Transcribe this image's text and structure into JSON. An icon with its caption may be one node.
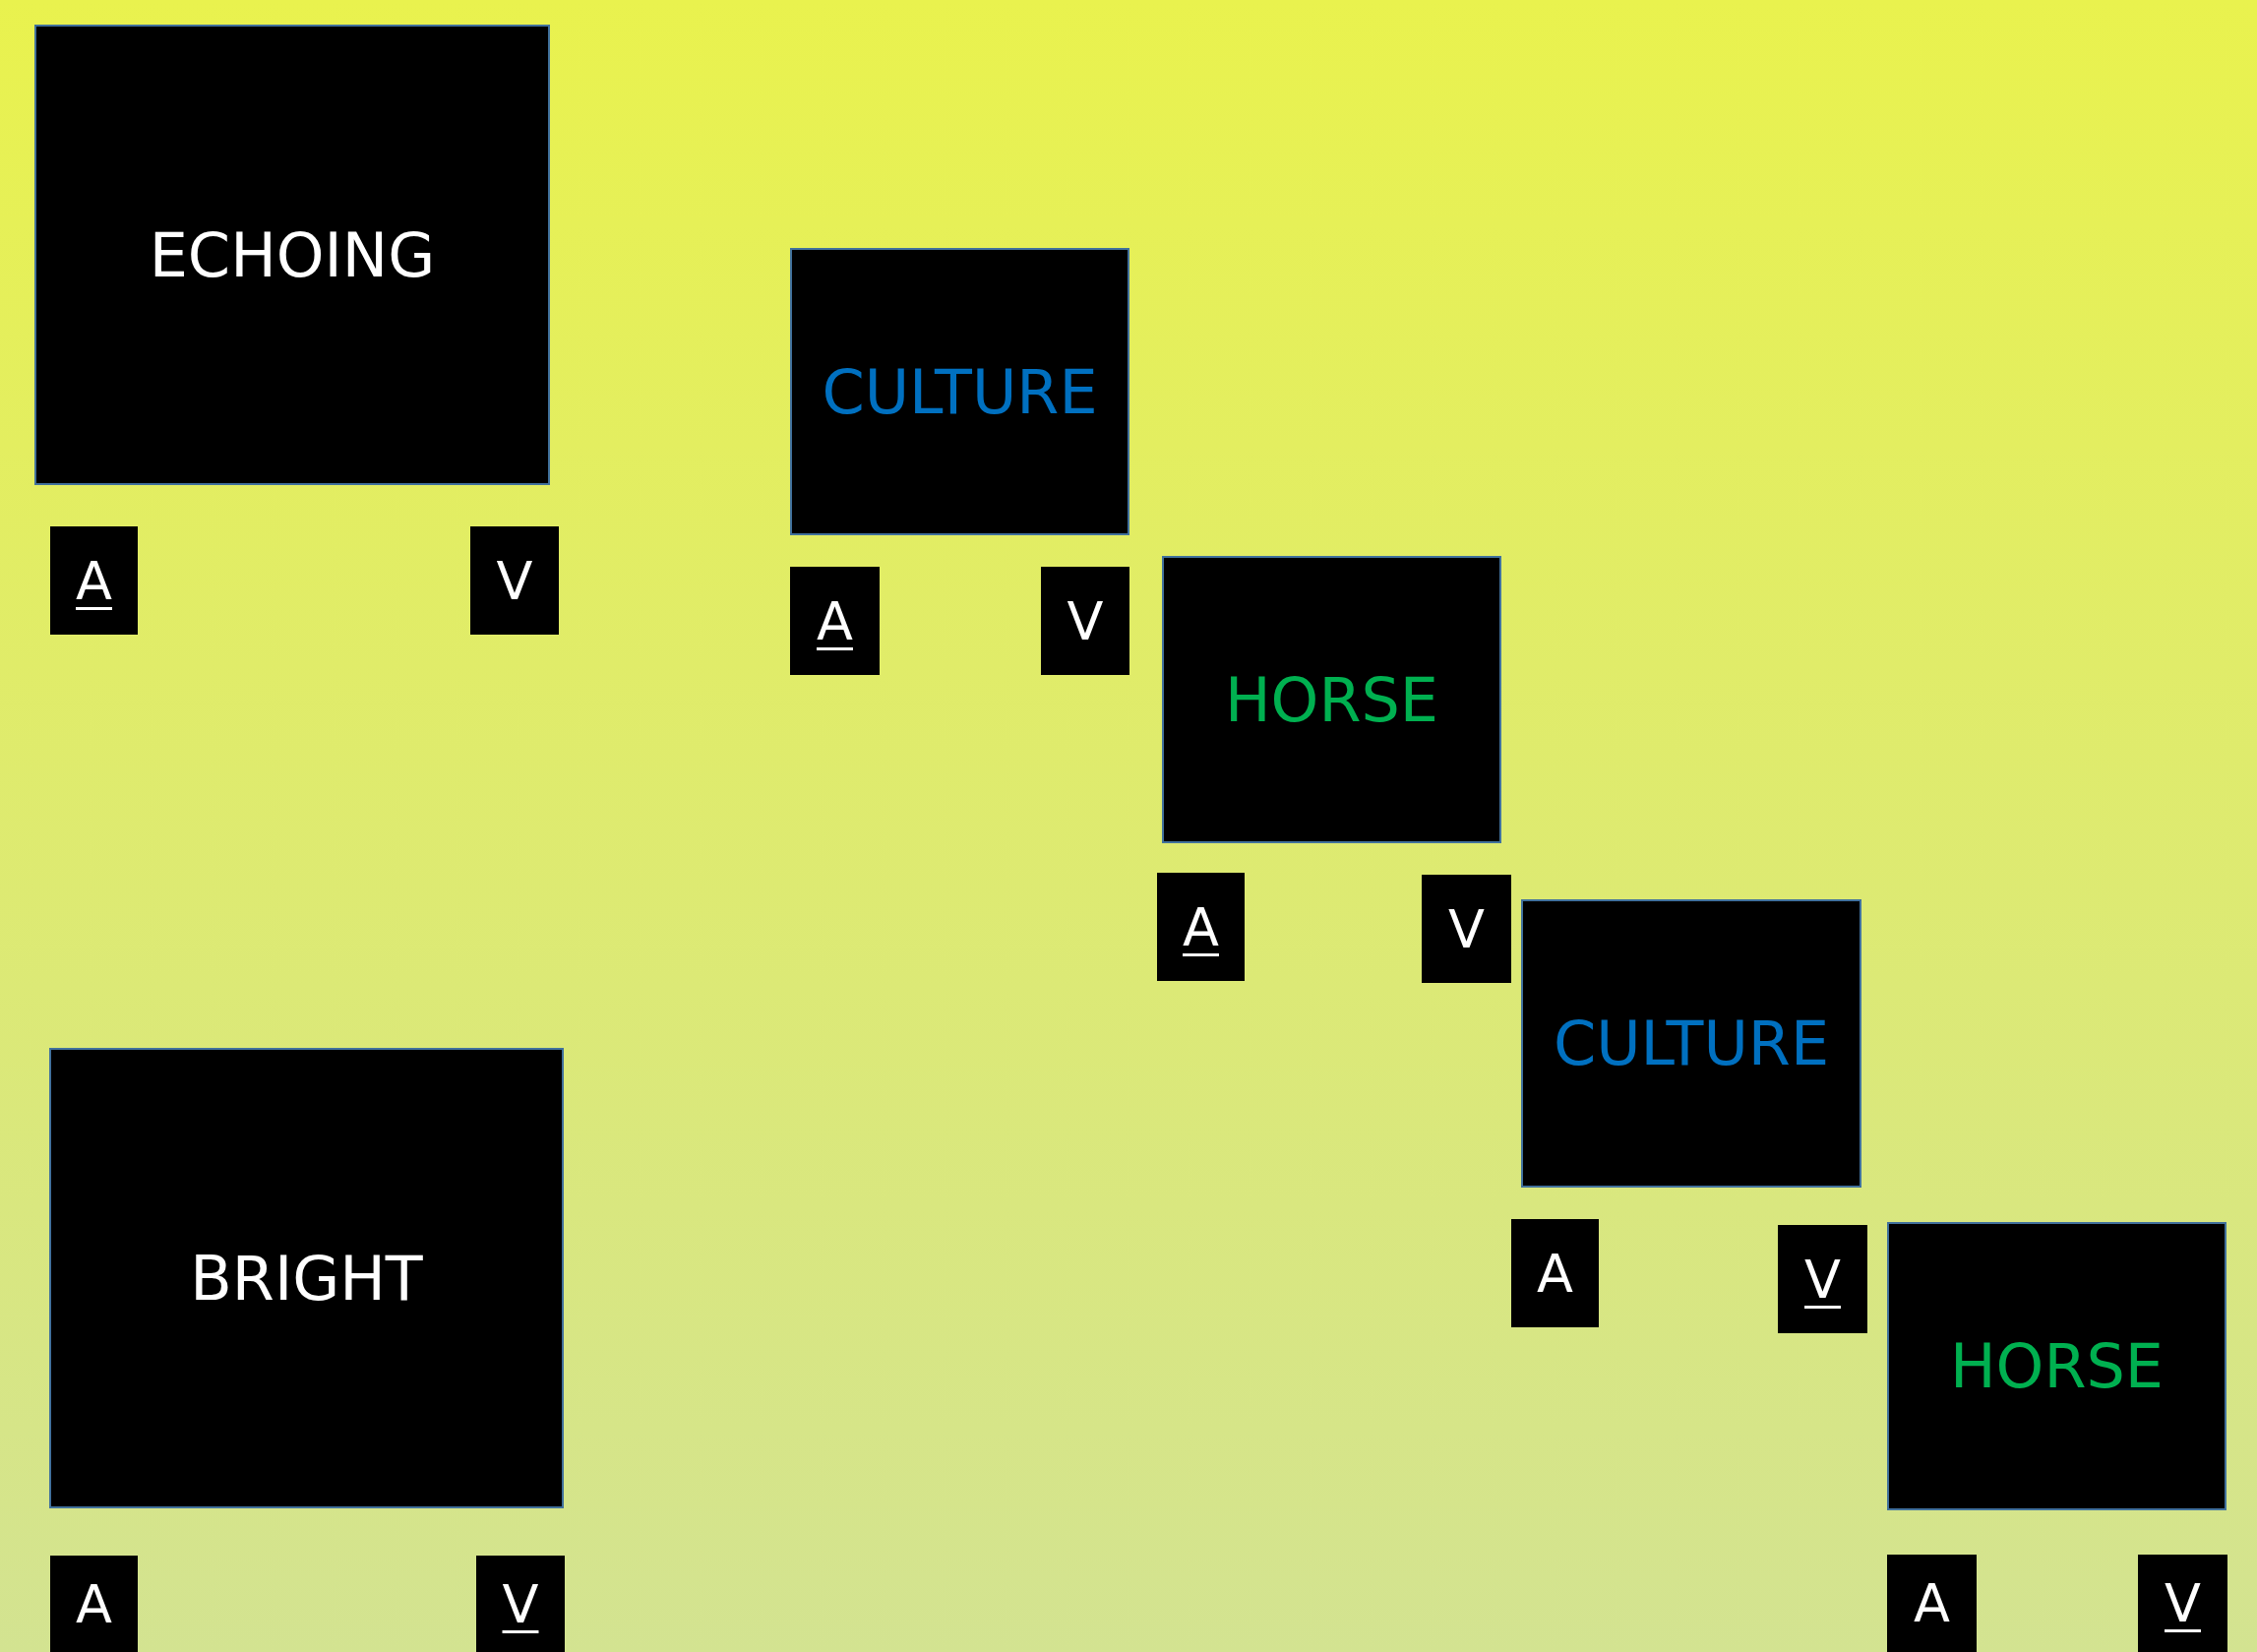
{
  "diagram": {
    "nodes": [
      {
        "text": [
          "ECHOING"
        ]
      },
      {
        "text": [
          "A"
        ]
      },
      {
        "text": [
          "V"
        ]
      },
      {
        "text": [
          "CULTURE"
        ]
      },
      {
        "text": [
          "A"
        ]
      },
      {
        "text": [
          "V"
        ]
      },
      {
        "text": [
          "HORSE"
        ]
      },
      {
        "text": [
          "A"
        ]
      },
      {
        "text": [
          "V"
        ]
      },
      {
        "text": [
          "CULTURE"
        ]
      },
      {
        "text": [
          "A"
        ]
      },
      {
        "text": [
          "V"
        ]
      },
      {
        "text": [
          "BRIGHT"
        ]
      },
      {
        "text": [
          "A"
        ]
      },
      {
        "text": [
          "V"
        ]
      },
      {
        "text": [
          "HORSE"
        ]
      },
      {
        "text": [
          "A"
        ]
      },
      {
        "text": [
          "V"
        ]
      }
    ]
  }
}
